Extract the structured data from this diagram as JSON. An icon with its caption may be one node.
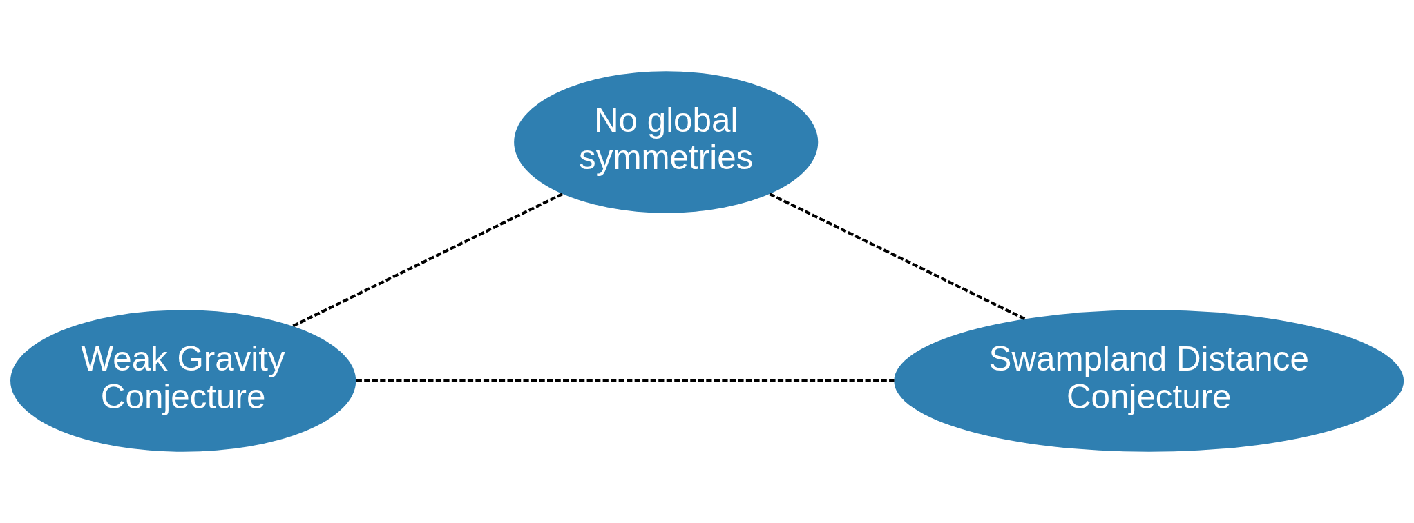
{
  "diagram": {
    "nodes": [
      {
        "text": [
          "No global symmetries"
        ]
      },
      {
        "text": [
          "Weak Gravity Conjecture"
        ]
      },
      {
        "text": [
          "Swampland Distance Conjecture"
        ]
      }
    ],
    "edges": [
      {
        "from": 0,
        "to": 1,
        "arrow": "none",
        "style": "dashed"
      },
      {
        "from": 0,
        "to": 2,
        "arrow": "none",
        "style": "dashed"
      },
      {
        "from": 1,
        "to": 2,
        "arrow": "none",
        "style": "dashed"
      }
    ]
  }
}
